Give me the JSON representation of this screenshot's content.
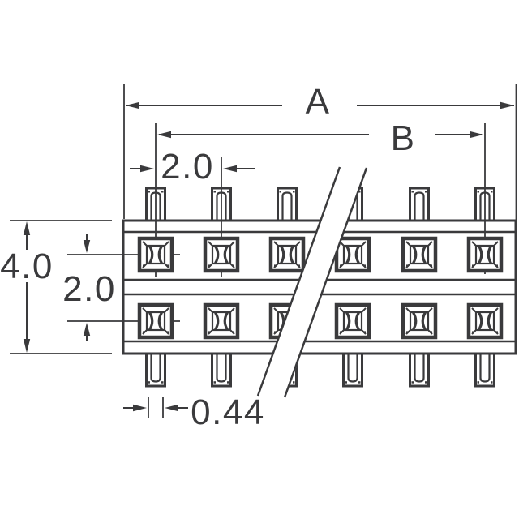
{
  "title": "Dual-row female header product dimension drawing",
  "dimensions": {
    "overall_width_label": "A",
    "contact_span_label": "B",
    "pin_pitch_label": "2.0",
    "body_height_label": "4.0",
    "row_pitch_label": "2.0",
    "pin_width_label": "0.44"
  },
  "connector": {
    "rows_of_contacts": 2,
    "visible_positions_per_row": 6
  },
  "colors": {
    "line": "#3a3a3c",
    "background": "#ffffff"
  }
}
